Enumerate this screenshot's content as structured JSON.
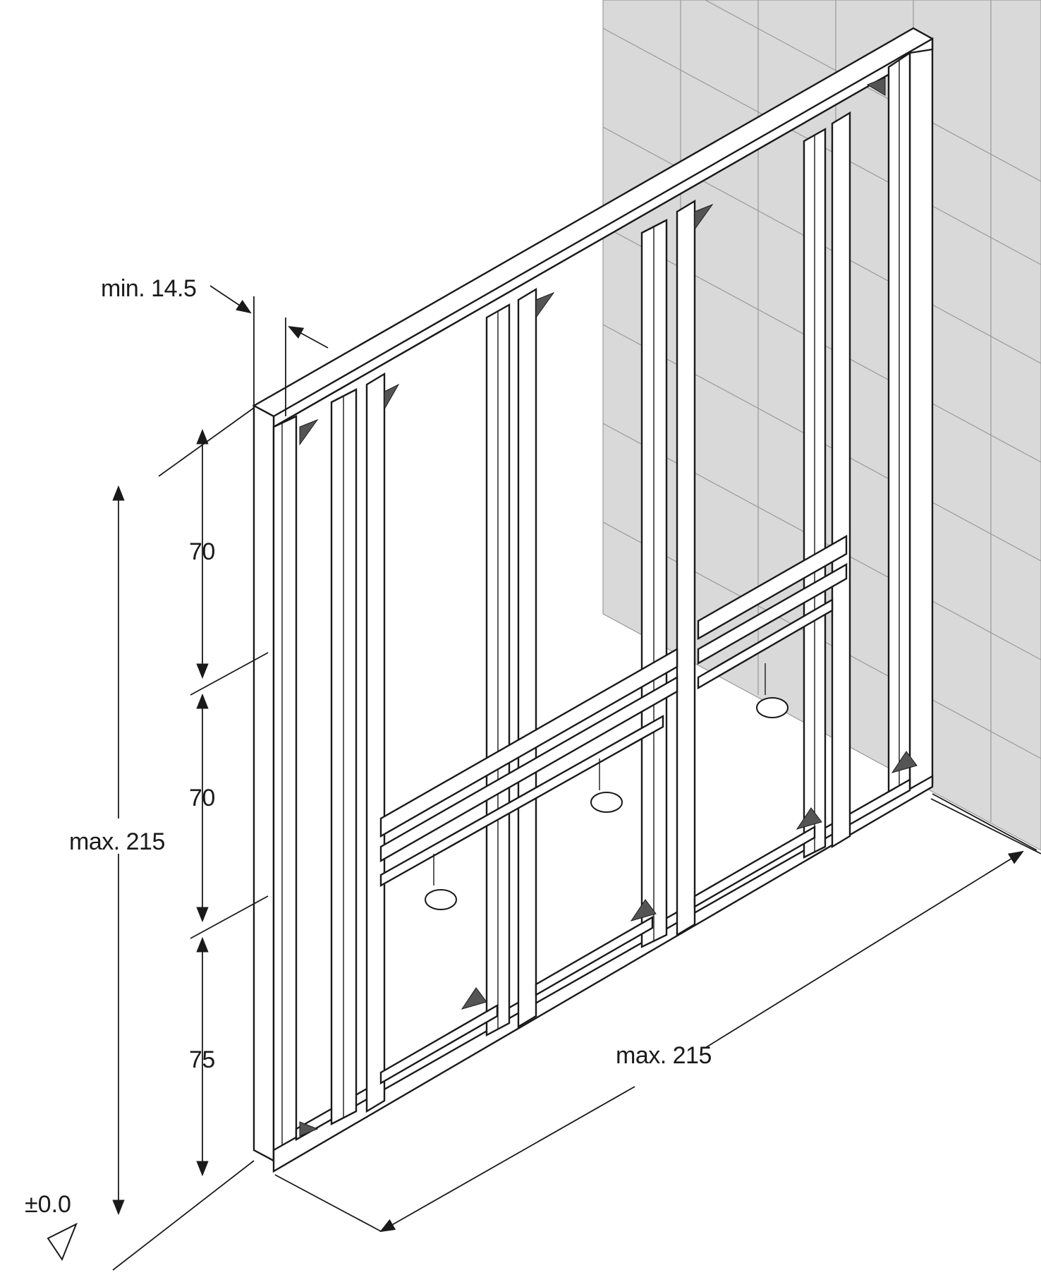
{
  "dimensions": {
    "depth_label": "min. 14.5",
    "segment_top": "70",
    "segment_middle": "70",
    "segment_bottom": "75",
    "total_height": "max. 215",
    "total_width": "max. 215"
  },
  "floor_level": {
    "label": "±0.0"
  },
  "colors": {
    "wall": "#d9d9d9",
    "frame": "#ffffff",
    "line": "#1a1a1a"
  }
}
